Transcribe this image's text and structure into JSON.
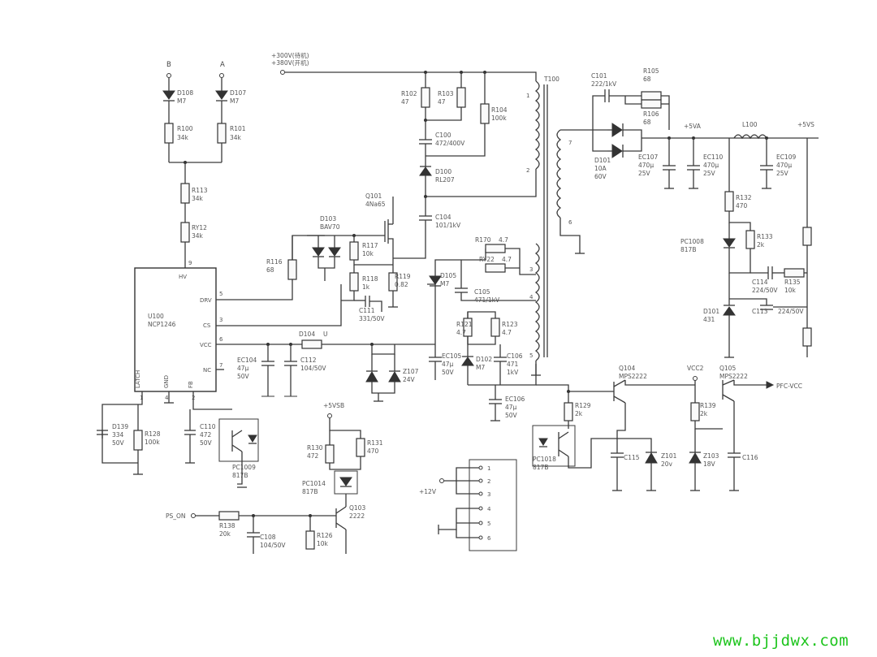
{
  "watermark": "www.bjjdwx.com",
  "inputs": {
    "b": "B",
    "a": "A",
    "hv1": "+300V(待机)",
    "hv2": "+380V(开机)",
    "ps_on": "PS_ON",
    "v5vsb": "+5VSB",
    "v12": "+12V",
    "pfc_vcc": "PFC-VCC",
    "vcc2": "VCC2"
  },
  "components": {
    "d108": [
      "D108",
      "M7"
    ],
    "d107": [
      "D107",
      "M7"
    ],
    "r100": [
      "R100",
      "34k"
    ],
    "r101": [
      "R101",
      "34k"
    ],
    "r113": [
      "R113",
      "34k"
    ],
    "r112": [
      "RY12",
      "34k"
    ],
    "r102": [
      "R102",
      "47"
    ],
    "r103": [
      "R103",
      "47"
    ],
    "r104": [
      "R104",
      "100k"
    ],
    "c100": [
      "C100",
      "472/400V"
    ],
    "d100": [
      "D100",
      "RL207"
    ],
    "q101": [
      "Q101",
      "4Na65"
    ],
    "d103": [
      "D103",
      "BAV70"
    ],
    "r116": [
      "R116",
      "68"
    ],
    "r117": [
      "R117",
      "10k"
    ],
    "r118": [
      "R118",
      "1k"
    ],
    "r119": [
      "R119",
      "0.82"
    ],
    "c111": [
      "C111",
      "331/50V"
    ],
    "c104": [
      "C104",
      "101/1kV"
    ],
    "r170": [
      "R170",
      "4.7"
    ],
    "r122": [
      "RY22",
      "4.7"
    ],
    "d105": [
      "D105",
      "M7"
    ],
    "c105": [
      "C105",
      "471/1kV"
    ],
    "r121": [
      "R121",
      "4.7"
    ],
    "r123": [
      "R123",
      "4.7"
    ],
    "d104": [
      "D104",
      "U"
    ],
    "ec104": [
      "EC104",
      "47μ",
      "50V"
    ],
    "c112": [
      "C112",
      "104/50V"
    ],
    "z107": [
      "Z107",
      "24V"
    ],
    "ec105": [
      "EC105",
      "47μ",
      "50V"
    ],
    "d102": [
      "D102",
      "M7"
    ],
    "c106": [
      "C106",
      "471",
      "1kV"
    ],
    "ec106": [
      "EC106",
      "47μ",
      "50V"
    ],
    "d139": [
      "D139",
      "334",
      "50V"
    ],
    "r128": [
      "R128",
      "100k"
    ],
    "c110": [
      "C110",
      "472",
      "50V"
    ],
    "pc1009": [
      "PC1009",
      "817B"
    ],
    "r130": [
      "R130",
      "472"
    ],
    "r131": [
      "R131",
      "470"
    ],
    "pc1014": [
      "PC1014",
      "817B"
    ],
    "q103": [
      "Q103",
      "2222"
    ],
    "r138": [
      "R138",
      "20k"
    ],
    "c108": [
      "C108",
      "104/50V"
    ],
    "r126": [
      "R126",
      "10k"
    ],
    "c101": [
      "C101",
      "222/1kV"
    ],
    "r105": [
      "R105",
      "68"
    ],
    "r106": [
      "R106",
      "68"
    ],
    "d101": [
      "D101",
      "10A",
      "60V"
    ],
    "ec107": [
      "EC107",
      "470μ",
      "25V"
    ],
    "ec110": [
      "EC110",
      "470μ",
      "25V"
    ],
    "ec109": [
      "EC109",
      "470μ",
      "25V"
    ],
    "l100": [
      "L100"
    ],
    "v5va": [
      "+5VA"
    ],
    "v5vsb_out": [
      "+5VS"
    ],
    "r132": [
      "R132",
      "470"
    ],
    "r133": [
      "R133",
      "2k"
    ],
    "pc1008": [
      "PC1008",
      "817B"
    ],
    "c114": [
      "C114",
      "224/50V"
    ],
    "r135": [
      "R135",
      "10k"
    ],
    "c113": [
      "C113",
      "224/50V"
    ],
    "d101b": [
      "D101",
      "431"
    ],
    "q104": [
      "Q104",
      "MPS2222"
    ],
    "q105": [
      "Q105",
      "MPS2222"
    ],
    "r129": [
      "R129",
      "2k"
    ],
    "r139": [
      "R139",
      "2k"
    ],
    "pc1018": [
      "PC1018",
      "817B"
    ],
    "c115": [
      "C115"
    ],
    "z101": [
      "Z101",
      "20v"
    ],
    "z103": [
      "Z103",
      "18V"
    ],
    "c116": [
      "C116"
    ],
    "t100": [
      "T100"
    ]
  },
  "ic": {
    "ref": "U100",
    "part": "NCP1246",
    "pin_labels": [
      "HV",
      "DRV",
      "CS",
      "VCC",
      "NC",
      "LATCH",
      "GND",
      "FB"
    ],
    "pin_numbers": [
      "9",
      "5",
      "3",
      "6",
      "7",
      "1",
      "4",
      "2"
    ]
  },
  "transformer": {
    "primary_pins": [
      "1",
      "2"
    ],
    "secondary_pins": [
      "3",
      "4",
      "5"
    ],
    "output_pins": [
      "7",
      "6"
    ]
  },
  "connector": {
    "pins": [
      "1",
      "2",
      "3",
      "4",
      "5",
      "6"
    ]
  }
}
